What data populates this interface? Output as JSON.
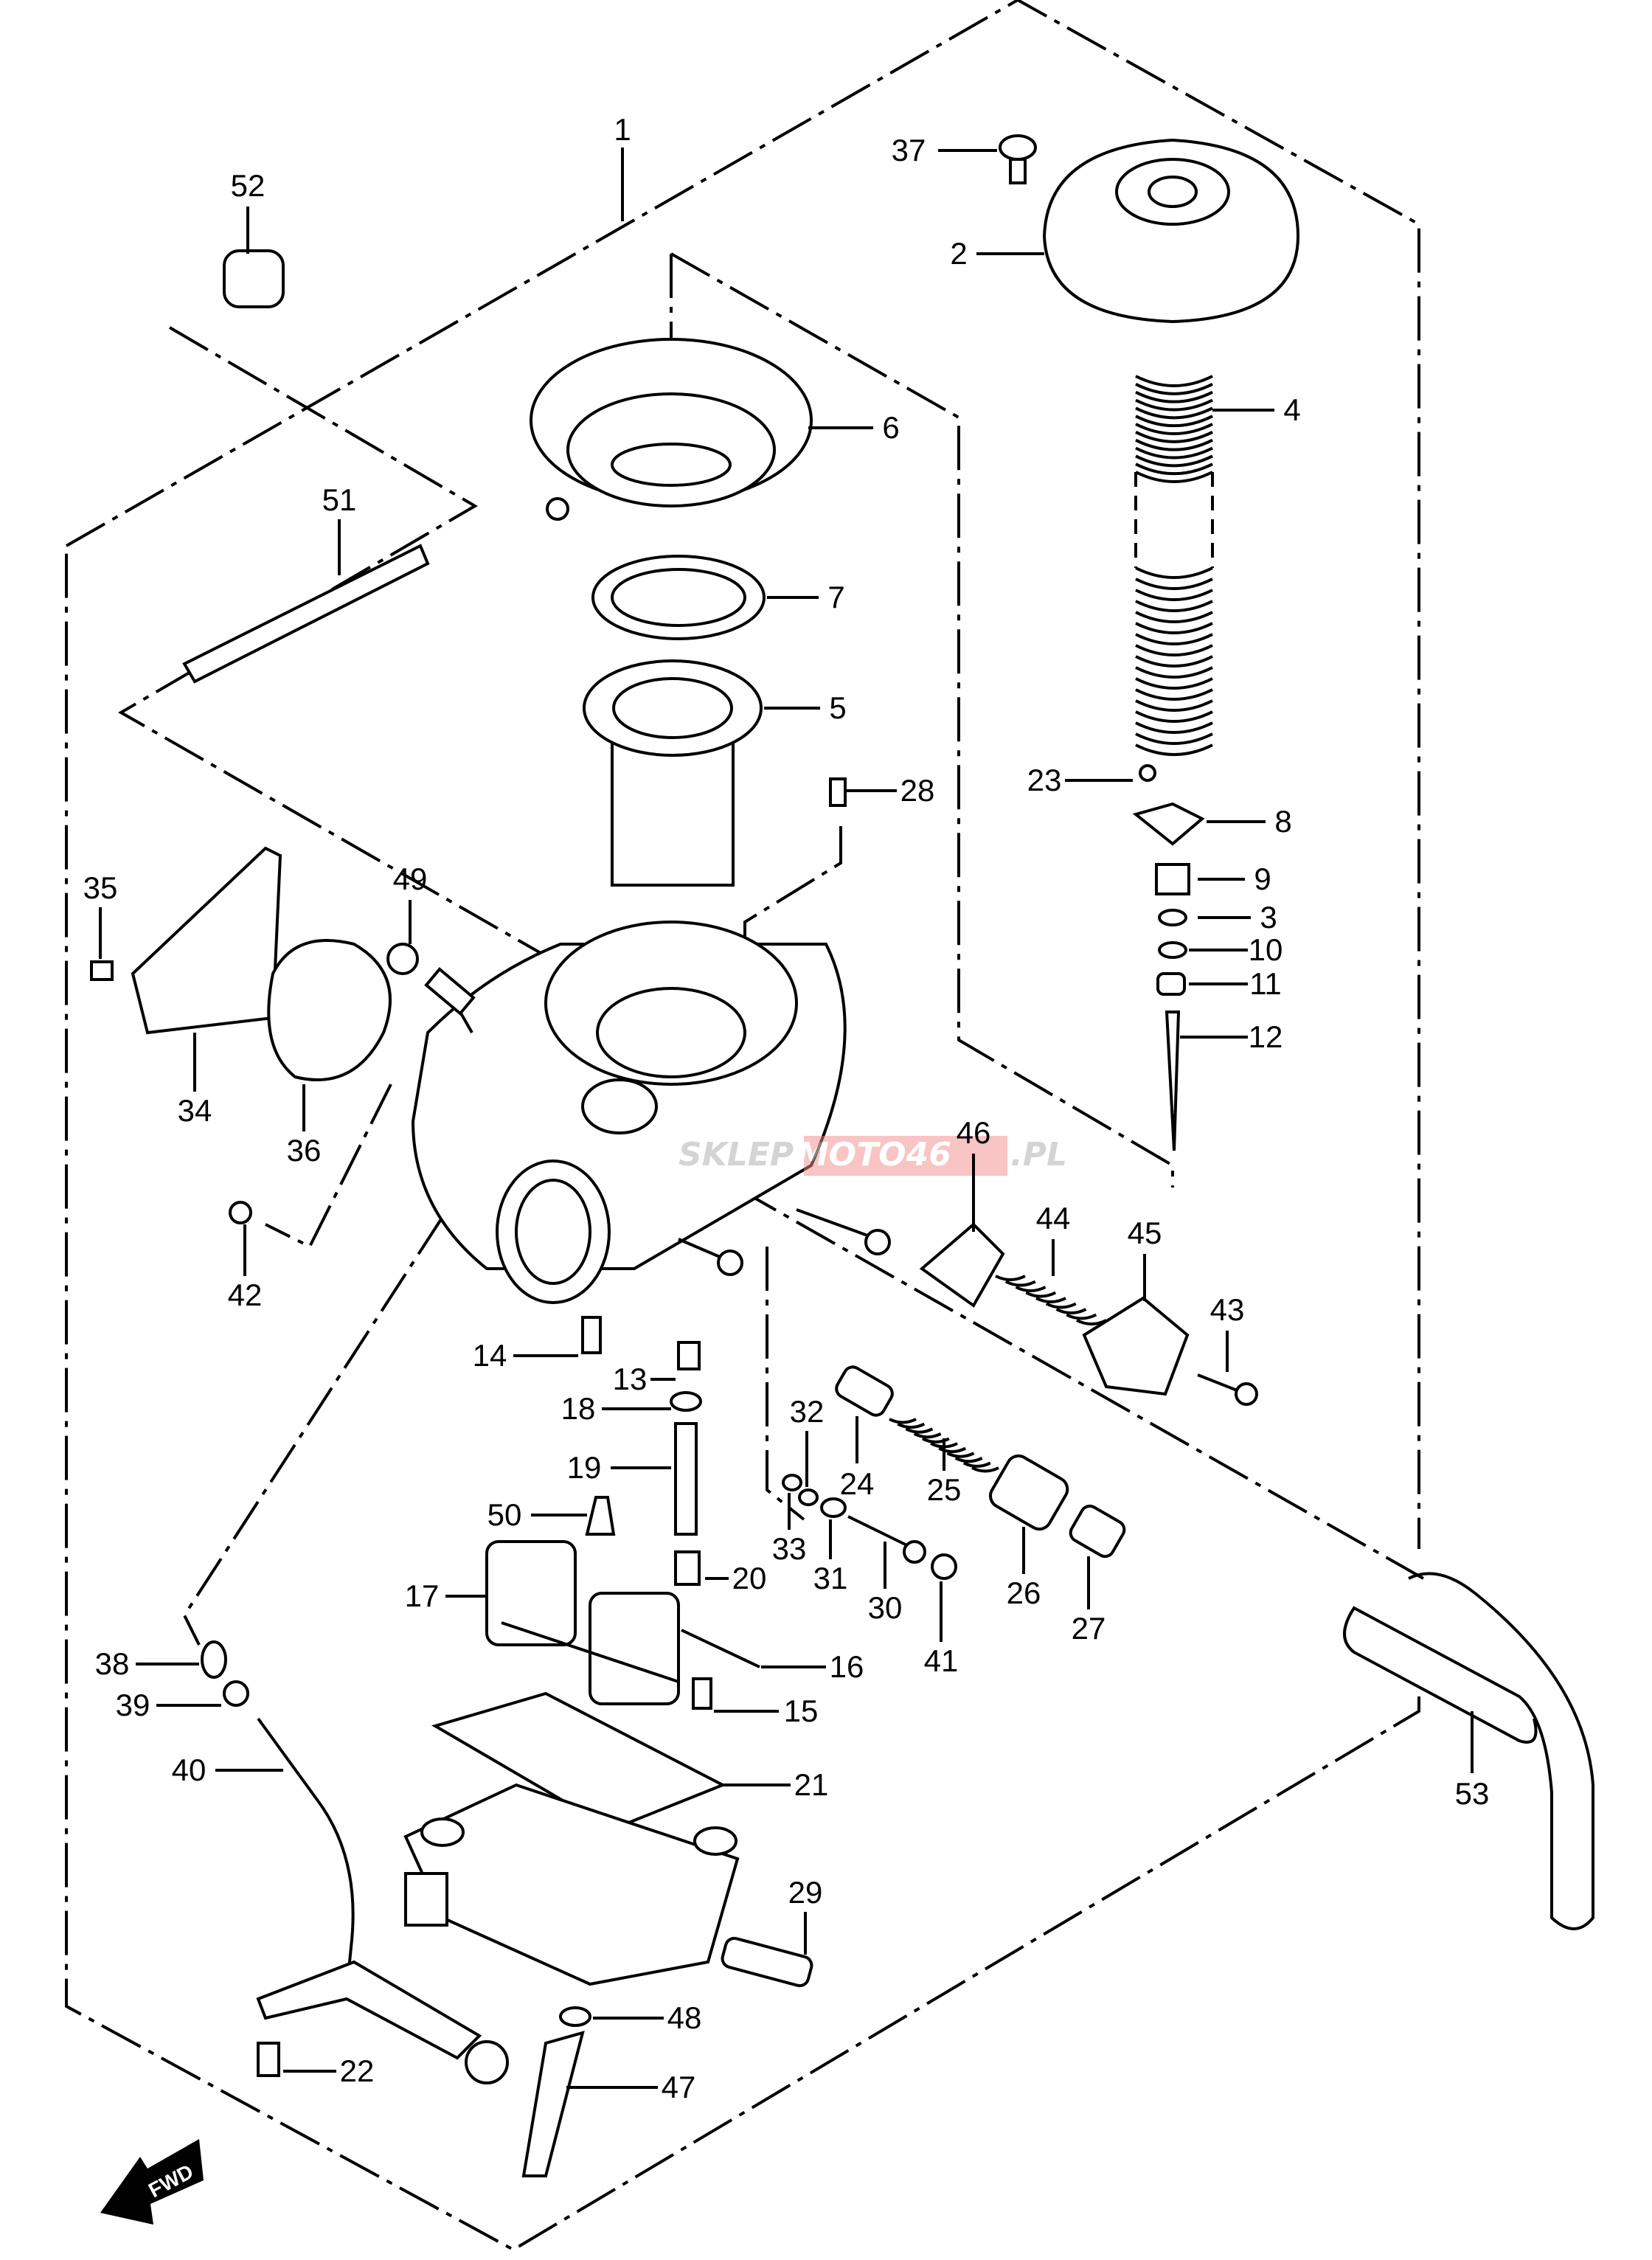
{
  "diagram": {
    "type": "exploded parts diagram",
    "subject": "carburetor",
    "part_numbers": [
      "1",
      "2",
      "3",
      "4",
      "5",
      "6",
      "7",
      "8",
      "9",
      "10",
      "11",
      "12",
      "13",
      "14",
      "15",
      "16",
      "17",
      "18",
      "19",
      "20",
      "21",
      "22",
      "23",
      "24",
      "25",
      "26",
      "27",
      "28",
      "29",
      "30",
      "31",
      "32",
      "33",
      "34",
      "35",
      "36",
      "37",
      "38",
      "39",
      "40",
      "41",
      "42",
      "43",
      "44",
      "45",
      "46",
      "47",
      "48",
      "49",
      "50",
      "51",
      "52",
      "53"
    ],
    "direction_marker": "FWD"
  },
  "watermark": {
    "text": "SKLEPMOTO46.PL",
    "subtitle": "internetowy sklep motocyklowy",
    "accent": "#f28b8b"
  },
  "colors": {
    "line": "#000000",
    "background": "#ffffff"
  }
}
